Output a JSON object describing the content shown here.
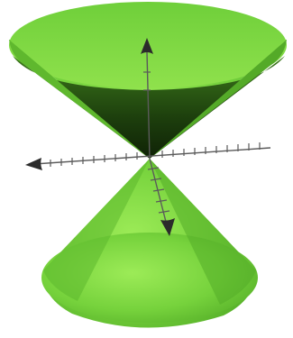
{
  "figure": {
    "subject": "double-cone",
    "colors": {
      "background": "#ffffff",
      "cone_light": "#8fe34a",
      "cone_mid": "#66c933",
      "cone_dark": "#2f6a15",
      "inner_dark": "#142b0a",
      "axis": "#5a5a5a",
      "arrowhead": "#2b2b2b"
    },
    "axes": [
      {
        "name": "vertical-axis",
        "direction": "up",
        "arrowhead": "cone-arrow"
      },
      {
        "name": "horizontal-axis",
        "direction": "left",
        "arrowhead": "cone-arrow"
      },
      {
        "name": "depth-axis",
        "direction": "toward-viewer",
        "arrowhead": "cone-arrow"
      }
    ],
    "tick_marks": true
  }
}
